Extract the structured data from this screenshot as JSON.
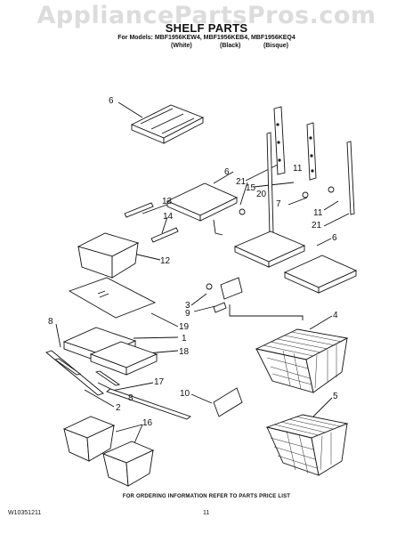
{
  "watermark": "AppliancePartsPros.com",
  "header": {
    "title": "SHELF PARTS",
    "models_line": "For Models: MBF1956KEW4, MBF1956KEB4, MBF1956KEQ4",
    "color_white": "(White)",
    "color_black": "(Black)",
    "color_bisque": "(Bisque)"
  },
  "callouts": [
    {
      "id": "c6a",
      "text": "6"
    },
    {
      "id": "c11a",
      "text": "11"
    },
    {
      "id": "c6b",
      "text": "6"
    },
    {
      "id": "c21a",
      "text": "21"
    },
    {
      "id": "c15",
      "text": "15"
    },
    {
      "id": "c20",
      "text": "20"
    },
    {
      "id": "c7",
      "text": "7"
    },
    {
      "id": "c11b",
      "text": "11"
    },
    {
      "id": "c13",
      "text": "13"
    },
    {
      "id": "c14",
      "text": "14"
    },
    {
      "id": "c21b",
      "text": "21"
    },
    {
      "id": "c6c",
      "text": "6"
    },
    {
      "id": "c12",
      "text": "12"
    },
    {
      "id": "c3",
      "text": "3"
    },
    {
      "id": "c9",
      "text": "9"
    },
    {
      "id": "c4",
      "text": "4"
    },
    {
      "id": "c8a",
      "text": "8"
    },
    {
      "id": "c19",
      "text": "19"
    },
    {
      "id": "c1",
      "text": "1"
    },
    {
      "id": "c18",
      "text": "18"
    },
    {
      "id": "c17",
      "text": "17"
    },
    {
      "id": "c8b",
      "text": "8"
    },
    {
      "id": "c10",
      "text": "10"
    },
    {
      "id": "c2",
      "text": "2"
    },
    {
      "id": "c5",
      "text": "5"
    },
    {
      "id": "c16",
      "text": "16"
    }
  ],
  "footer": {
    "order_note": "FOR ORDERING INFORMATION REFER TO PARTS PRICE LIST",
    "doc_number": "W10351211",
    "page_number": "11"
  }
}
